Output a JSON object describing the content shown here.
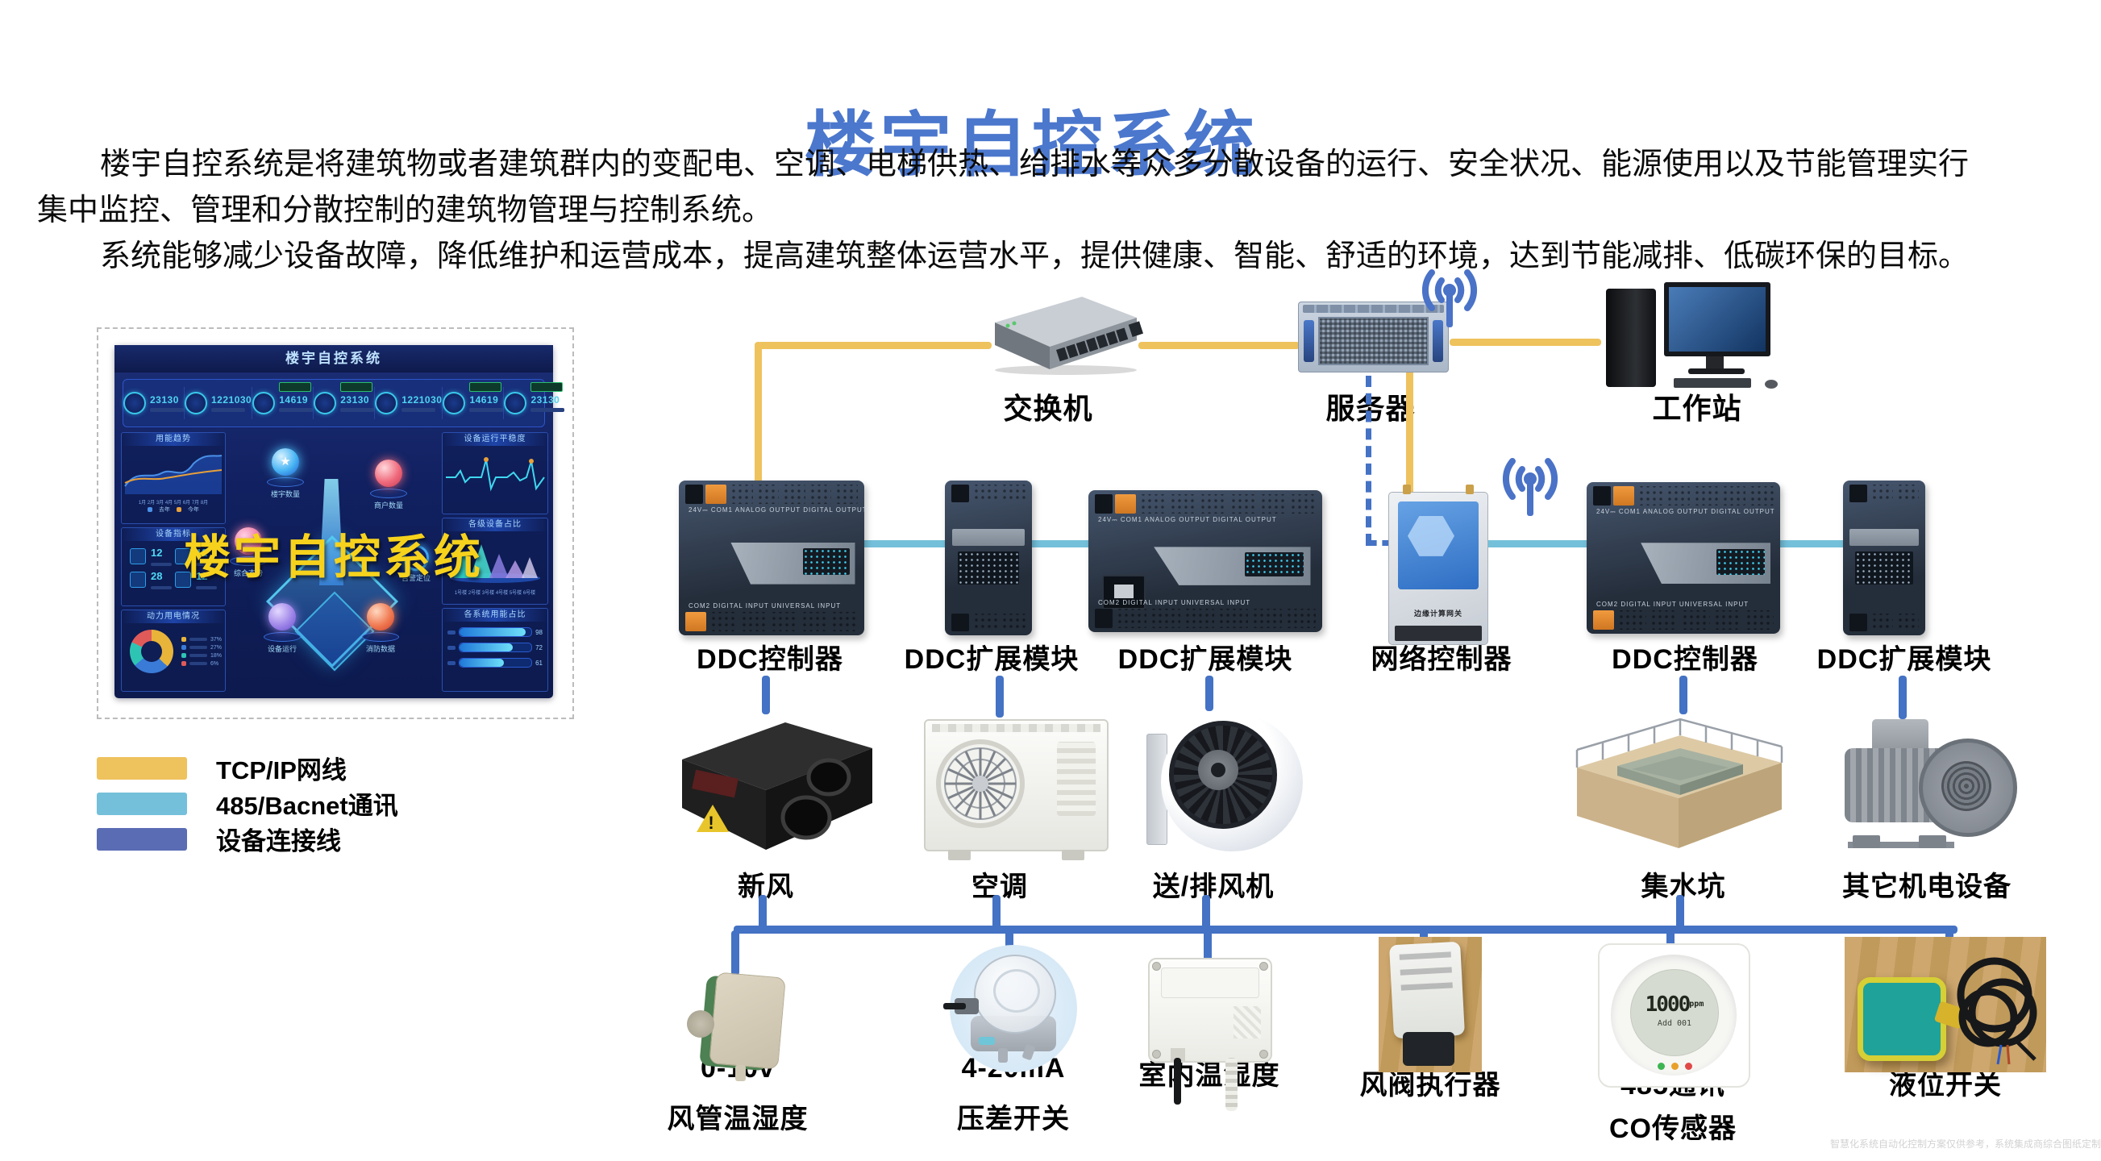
{
  "page_title": "楼宇自控系统",
  "intro": {
    "line1": "楼宇自控系统是将建筑物或者建筑群内的变配电、空调、电梯供热、给排水等众多分散设备的运行、安全状况、能源使用以及节能管理实行",
    "line2": "集中监控、管理和分散控制的建筑物管理与控制系统。",
    "line3": "系统能够减少设备故障，降低维护和运营成本，提高建筑整体运营水平，提供健康、智能、舒适的环境，达到节能减排、低碳环保的目标。"
  },
  "legend": [
    {
      "label": "TCP/IP网线",
      "color": "#EEC25D"
    },
    {
      "label": "485/Bacnet通讯",
      "color": "#74C0DA"
    },
    {
      "label": "设备连接线",
      "color": "#5A6CB4"
    }
  ],
  "top_devices": {
    "switch": "交换机",
    "server": "服务器",
    "workstation": "工作站"
  },
  "controllers": [
    "DDC控制器",
    "DDC扩展模块",
    "DDC扩展模块",
    "网络控制器",
    "DDC控制器",
    "DDC扩展模块"
  ],
  "gateway_text": "边缘计算网关",
  "ddc_text": {
    "top": "24V⎓  COM1   ANALOG OUTPUT    DIGITAL OUTPUT",
    "bottom": "COM2   DIGITAL INPUT    UNIVERSAL INPUT"
  },
  "equipment": [
    "新风",
    "空调",
    "送/排风机",
    "集水坑",
    "其它机电设备"
  ],
  "sensors": [
    [
      "0-10v",
      "风管温湿度"
    ],
    [
      "4-20mA",
      "压差开关"
    ],
    [
      "室内温湿度"
    ],
    [
      "风阀执行器"
    ],
    [
      "485通讯",
      "CO传感器"
    ],
    [
      "液位开关"
    ]
  ],
  "co_display": {
    "value": "1000",
    "unit": "ppm",
    "addr": "Add 001"
  },
  "dashboard": {
    "header_title": "楼宇自控系统",
    "overlay_title": "楼宇自控系统",
    "stats": [
      "23130",
      "1221030",
      "14619",
      "23130",
      "1221030",
      "14619",
      "23130"
    ],
    "panel_titles": {
      "trend": "用能趋势",
      "metrics": "设备指标",
      "power": "动力用电情况",
      "stability": "设备运行平稳度",
      "ratio": "各级设备占比",
      "energy": "各系统用能占比"
    },
    "metrics_values": [
      "12",
      "12",
      "28",
      "12"
    ],
    "trend_x": "1月 2月 3月 4月 5月 6月 7月 8月",
    "trend_legend": [
      "去年",
      "今年"
    ],
    "donut_legend": [
      "37%",
      "27%",
      "18%",
      "6%"
    ],
    "pyramid_x": "1号楼 2号楼 3号楼 4号楼 5号楼 6号楼",
    "energy_bars": [
      {
        "v": "98"
      },
      {
        "v": "72"
      },
      {
        "v": "61"
      }
    ],
    "nodes": [
      "楼宇数量",
      "商户数量",
      "综合态势",
      "设备运行",
      "消防数据",
      "告警定位"
    ]
  },
  "watermark": "智慧化系统自动化控制方案仅供参考，系统集成商综合图纸定制",
  "colors": {
    "tcpip_line": "#EEC25D",
    "bacnet_line": "#74C0DA",
    "device_line": "#4472C4",
    "title": "#4B77CD",
    "overlay_title": "#F6D21D"
  }
}
